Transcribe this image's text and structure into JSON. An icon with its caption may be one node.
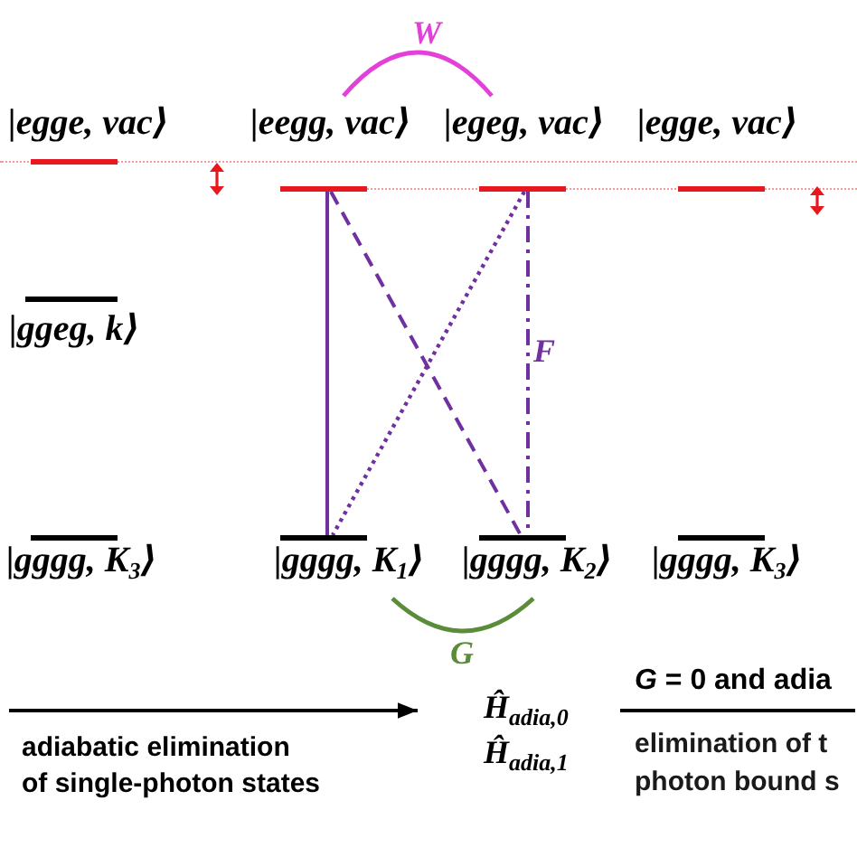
{
  "diagram": {
    "nodes": [
      {
        "text": [
          "|egge, vac⟩"
        ]
      },
      {
        "text": [
          "|eegg, vac⟩"
        ]
      },
      {
        "text": [
          "|egeg, vac⟩"
        ]
      },
      {
        "text": [
          "|egge, vac⟩"
        ]
      },
      {
        "text": [
          "|ggeg, k⟩"
        ]
      },
      {
        "text": [
          "|gggg, K$_{3}$⟩"
        ]
      },
      {
        "text": [
          "|gggg, K$_{1}$⟩"
        ]
      },
      {
        "text": [
          "|gggg, K$_{2}$⟩"
        ]
      },
      {
        "text": [
          "|gggg, K$_{3}$⟩"
        ]
      },
      {
        "text": [
          "Ĥ$_{adia,0}$",
          "Ĥ$_{adia,1}$"
        ]
      }
    ],
    "edges": [
      {
        "from": 1,
        "to": 2,
        "arrow": "none",
        "label": "W",
        "color": "#e33fd9"
      },
      {
        "from": 1,
        "to": 6,
        "arrow": "none"
      },
      {
        "from": 1,
        "to": 7,
        "arrow": "none",
        "style": "dashed"
      },
      {
        "from": 2,
        "to": 6,
        "arrow": "none",
        "style": "dashed"
      },
      {
        "from": 2,
        "to": 7,
        "arrow": "none",
        "style": "dashed",
        "label": "F"
      },
      {
        "from": 6,
        "to": 7,
        "arrow": "none",
        "label": "G",
        "color": "#5b8c3a"
      },
      {
        "from": null,
        "to": 9,
        "arrow": "to",
        "label": "adiabatic elimination of single-photon states",
        "color": "#000000"
      },
      {
        "from": 9,
        "to": null,
        "arrow": "none",
        "label": "*G* = 0 and adia",
        "color": "#000000"
      }
    ],
    "labels": [
      "elimination of t photon bound s"
    ]
  }
}
